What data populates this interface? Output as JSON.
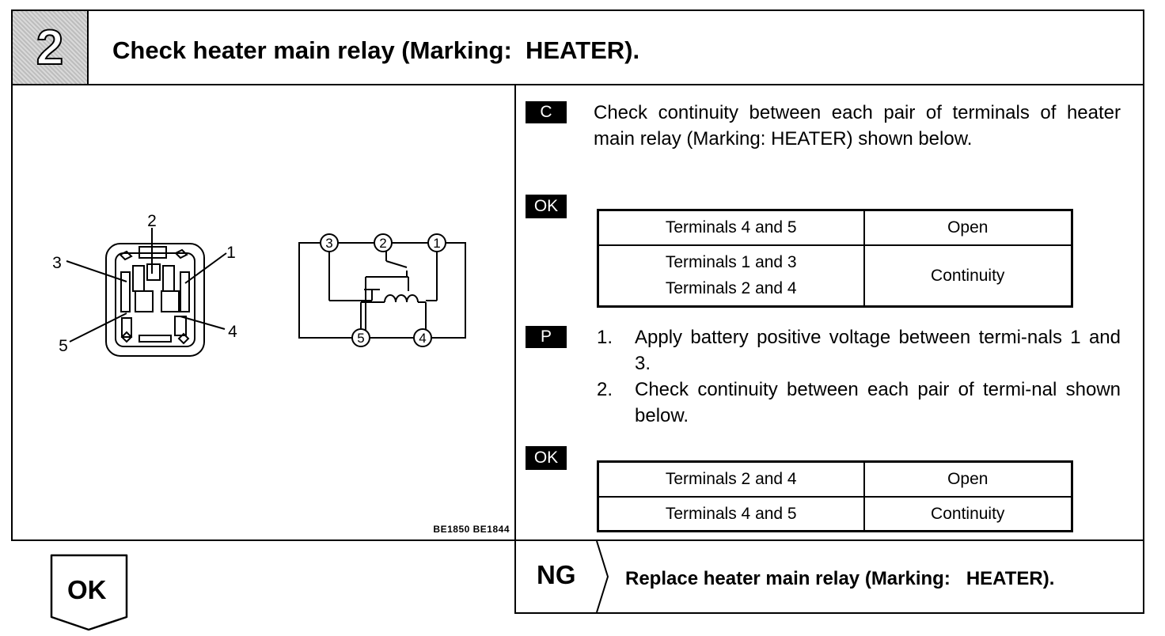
{
  "header": {
    "step_number": "2",
    "title": "Check heater main relay (Marking:  HEATER)."
  },
  "figure": {
    "connector_terminals": [
      "1",
      "2",
      "3",
      "4",
      "5"
    ],
    "circuit_terminals": [
      "1",
      "2",
      "3",
      "4",
      "5"
    ],
    "figure_code": "BE1850  BE1844"
  },
  "instructions": {
    "check_tag": "C",
    "check_text": "Check continuity between each pair of terminals of heater main relay (Marking:  HEATER) shown below.",
    "ok_tag_1": "OK",
    "table1": [
      {
        "terminals": [
          "Terminals 4 and 5"
        ],
        "result": "Open"
      },
      {
        "terminals": [
          "Terminals 1 and 3",
          "Terminals 2 and 4"
        ],
        "result": "Continuity"
      }
    ],
    "perform_tag": "P",
    "steps": [
      {
        "num": "1.",
        "text": "Apply battery positive voltage between termi-nals 1 and 3."
      },
      {
        "num": "2.",
        "text": "Check continuity between each pair of termi-nal shown below."
      }
    ],
    "ok_tag_2": "OK",
    "table2": [
      {
        "terminals": "Terminals 2 and 4",
        "result": "Open"
      },
      {
        "terminals": "Terminals 4 and 5",
        "result": "Continuity"
      }
    ]
  },
  "outcomes": {
    "ng_label": "NG",
    "ng_text": "Replace heater main relay (Marking:   HEATER).",
    "ok_label": "OK"
  }
}
